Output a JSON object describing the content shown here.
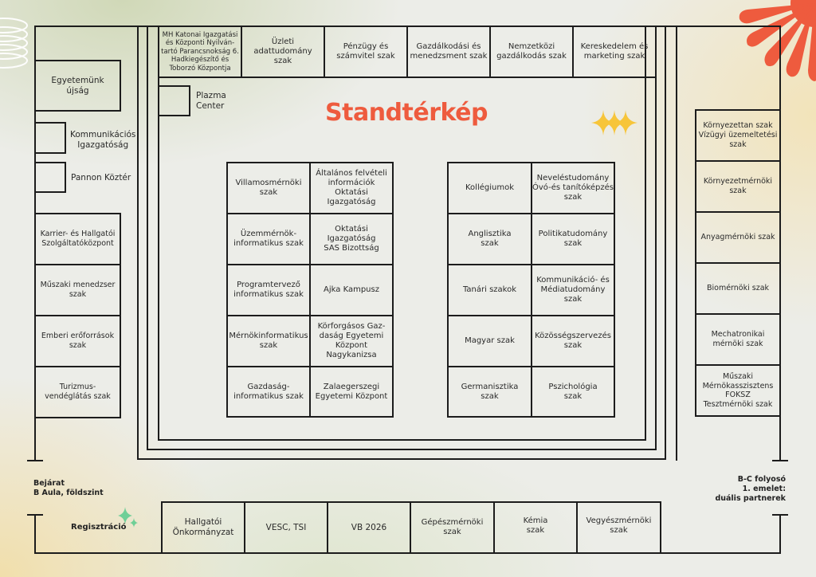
{
  "title": "Standtérkép",
  "colors": {
    "title": "#ee5b3e",
    "lines": "#1c1c1c",
    "flower": "#ee5b3e",
    "sparkle_yellow": "#f7c53a",
    "sparkle_green": "#6fcf97"
  },
  "top_row": [
    "MH Katonai Igazgatási\nés Központi Nyilván-\ntartó Parancsnokság 6.\nHadkiegészítő és\nToborzó Központja",
    "Üzleti\nadattudomány\nszak",
    "Pénzügy és\nszámvitel szak",
    "Gazdálkodási és\nmenedzsment szak",
    "Nemzetközi\ngazdálkodás szak",
    "Kereskedelem és\nmarketing szak"
  ],
  "plazma_center": "Plazma\nCenter",
  "left_column": {
    "egyetemunk_ujsag": "Egyetemünk\nújság",
    "kommunikacios": "Kommunikációs\nIgazgatóság",
    "pannon_kozter": "Pannon Köztér",
    "stack": [
      "Karrier- és Hallgatói\nSzolgáltatóközpont",
      "Műszaki menedzser\nszak",
      "Emberi erőforrások\nszak",
      "Turizmus-\nvendéglátás szak"
    ]
  },
  "center_left_grid": [
    [
      "Villamosmérnöki\nszak",
      "Általános felvételi\ninformációk\nOktatási\nIgazgatóság"
    ],
    [
      "Üzemmérnök-\ninformatikus szak",
      "Oktatási\nIgazgatóság\nSAS Bizottság"
    ],
    [
      "Programtervező\ninformatikus szak",
      "Ajka Kampusz"
    ],
    [
      "Mérnökinformatikus\nszak",
      "Körforgásos Gaz-\ndaság Egyetemi\nKözpont\nNagykanizsa"
    ],
    [
      "Gazdaság-\ninformatikus szak",
      "Zalaegerszegi\nEgyetemi Központ"
    ]
  ],
  "center_right_grid": [
    [
      "Kollégiumok",
      "Neveléstudomány\nÓvó-és tanítóképzés\nszak"
    ],
    [
      "Anglisztika\nszak",
      "Politikatudomány\nszak"
    ],
    [
      "Tanári szakok",
      "Kommunikáció- és\nMédiatudomány\nszak"
    ],
    [
      "Magyar szak",
      "Közösségszervezés\nszak"
    ],
    [
      "Germanisztika\nszak",
      "Pszichológia\nszak"
    ]
  ],
  "right_column": [
    "Környezettan szak\nVízügyi üzemeltetési\nszak",
    "Környezetmérnöki\nszak",
    "Anyagmérnöki szak",
    "Biomérnöki szak",
    "Mechatronikai\nmérnöki szak",
    "Műszaki\nMérnökasszisztens\nFOKSZ\nTesztmérnöki szak"
  ],
  "entrance_label": "Bejárat\nB Aula, földszint",
  "corridor_label": "B-C folyosó\n1. emelet:\nduális partnerek",
  "registration": "Regisztráció",
  "bottom_row": [
    "Hallgatói\nÖnkormányzat",
    "VESC, TSI",
    "VB 2026",
    "Gépészmérnöki\nszak",
    "Kémia\nszak",
    "Vegyészmérnöki\nszak"
  ]
}
